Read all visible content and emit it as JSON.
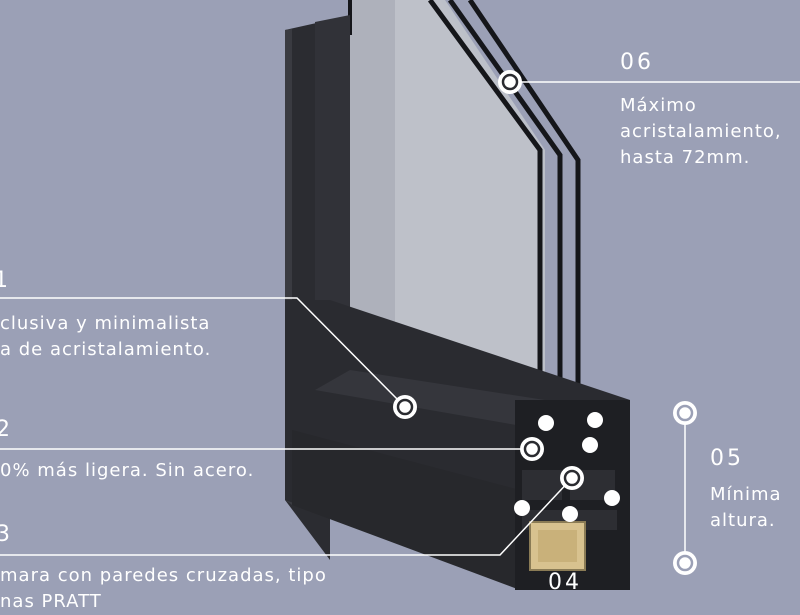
{
  "colors": {
    "background": "#9ba0b6",
    "frame": "#2a2b2f",
    "glass": "#b7bac3",
    "callout": "#ffffff",
    "gasket": "#d8c28f"
  },
  "callouts": [
    {
      "number": "1",
      "lines": [
        "clusiva y minimalista",
        "a de acristalamiento."
      ]
    },
    {
      "number": "2",
      "lines": [
        "0% más ligera. Sin acero."
      ]
    },
    {
      "number": "3",
      "lines": [
        "mara con paredes cruzadas, tipo",
        "nas PRATT"
      ]
    },
    {
      "number": "04",
      "lines": []
    },
    {
      "number": "05",
      "lines": [
        "Mínima",
        "altura."
      ]
    },
    {
      "number": "06",
      "lines": [
        "Máximo",
        "acristalamiento,",
        "hasta 72mm."
      ]
    }
  ],
  "icons": [
    "callout-marker-icon"
  ]
}
